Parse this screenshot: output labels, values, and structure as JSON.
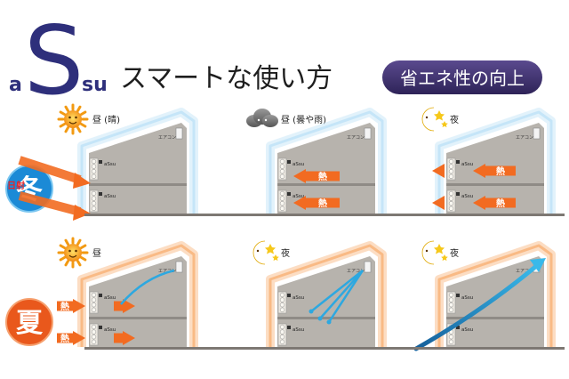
{
  "header": {
    "logo_a": "a",
    "logo_S": "S",
    "logo_su": "su",
    "title": "スマートな使い方",
    "badge": "省エネ性の向上"
  },
  "colors": {
    "logo_navy": "#2e2f7b",
    "badge_bg": "#3d2f6e",
    "winter_blue": "#1b8ad6",
    "summer_orange": "#e9581c",
    "arrow_orange": "#f26b21",
    "cool_blue": "#2da8e0",
    "house_wall": "#b7b3ad",
    "ground": "#7d7873"
  },
  "rows": [
    {
      "season": "冬",
      "panels": [
        {
          "condition": "昼 (晴)",
          "icon": "sun-icon",
          "side_label": "日射",
          "arrow_label": ""
        },
        {
          "condition": "昼 (曇や雨)",
          "icon": "cloud-icon",
          "side_label": "",
          "arrow_label": "熱"
        },
        {
          "condition": "夜",
          "icon": "moon-icon",
          "side_label": "",
          "arrow_label": "熱"
        }
      ]
    },
    {
      "season": "夏",
      "panels": [
        {
          "condition": "昼",
          "icon": "sun-icon",
          "side_label": "",
          "arrow_label": "熱"
        },
        {
          "condition": "夜",
          "icon": "moon-icon",
          "side_label": "",
          "arrow_label": ""
        },
        {
          "condition": "夜",
          "icon": "moon-icon",
          "side_label": "",
          "arrow_label": ""
        }
      ]
    }
  ],
  "labels": {
    "device": "aSsu",
    "aircon": "エアコン"
  }
}
